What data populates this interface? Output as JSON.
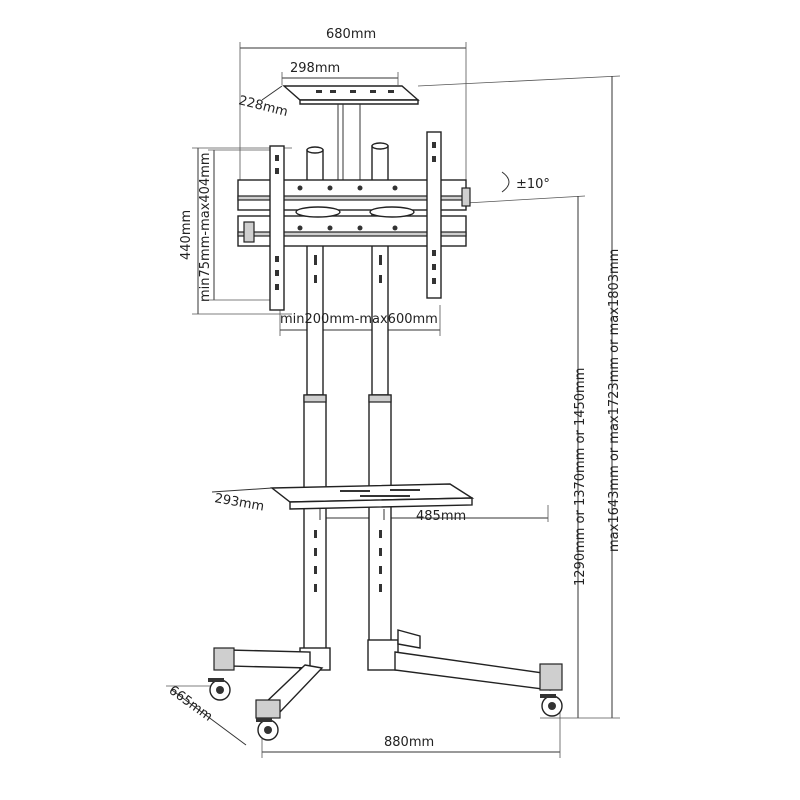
{
  "dimensions": {
    "overall_width": "680mm",
    "top_tray_width": "298mm",
    "top_tray_depth": "228mm",
    "tilt": "±10°",
    "bracket_height": "440mm",
    "vesa_vertical": "min75mm-max404mm",
    "vesa_horizontal": "min200mm-max600mm",
    "shelf_depth": "293mm",
    "shelf_width": "485mm",
    "mount_heights": "1290mm or 1370mm or 1450mm",
    "max_heights": "max1643mm or max1723mm or max1803mm",
    "base_depth": "665mm",
    "base_width": "880mm"
  },
  "colors": {
    "line": "#333333",
    "fill": "#ffffff",
    "shade": "#cfcfcf"
  }
}
